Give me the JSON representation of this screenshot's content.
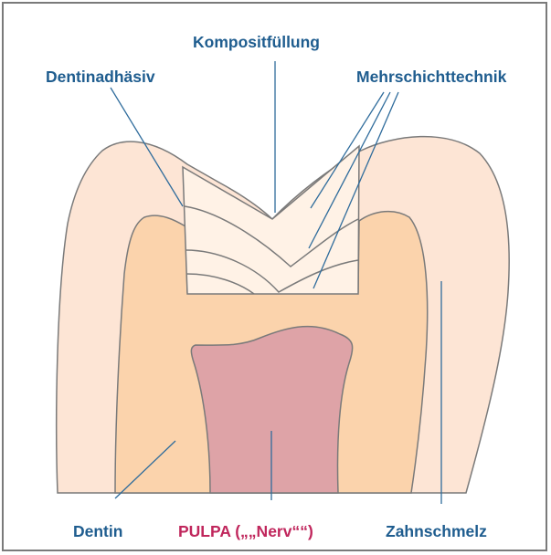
{
  "labels": {
    "komposit": "Kompositfüllung",
    "dentinadhaesiv": "Dentinadhäsiv",
    "mehrschicht": "Mehrschichttechnik",
    "dentin": "Dentin",
    "pulpa": "PULPA („„Nerv““)",
    "zahnschmelz": "Zahnschmelz"
  },
  "colors": {
    "enamel": "#fde5d5",
    "dentin": "#fbd3ac",
    "filling": "#fff2e6",
    "pulpa": "#dea3a7",
    "outline": "#7a7a7a",
    "leader": "#2f6c9c",
    "label_blue": "#1f5d8f",
    "label_red": "#c0265c"
  }
}
